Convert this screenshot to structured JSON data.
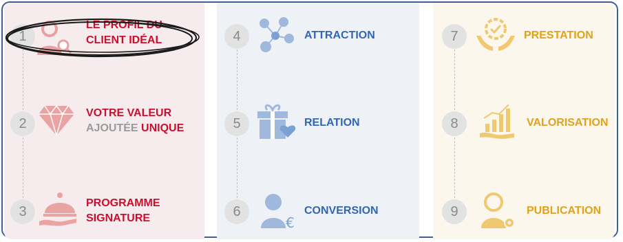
{
  "steps": [
    {
      "num": "1",
      "label_lines": [
        "LE PROFIL DU",
        "CLIENT IDÉAL"
      ]
    },
    {
      "num": "2",
      "line1": "VOTRE VALEUR",
      "line2a": "AJOUTÉE ",
      "line2b": "UNIQUE"
    },
    {
      "num": "3",
      "label_lines": [
        "PROGRAMME",
        "SIGNATURE"
      ]
    },
    {
      "num": "4",
      "label": "ATTRACTION"
    },
    {
      "num": "5",
      "label": "RELATION"
    },
    {
      "num": "6",
      "label": "CONVERSION"
    },
    {
      "num": "7",
      "label": "PRESTATION"
    },
    {
      "num": "8",
      "label": "VALORISATION"
    },
    {
      "num": "9",
      "label": "PUBLICATION"
    }
  ],
  "colors": {
    "red": "#c8102e",
    "blue": "#3266b5",
    "gold": "#e0a21a",
    "grey": "#9a9a9a",
    "frame": "#3d5f93"
  },
  "icons": [
    "client-profile-icon",
    "diamond-icon",
    "cloche-icon",
    "network-icon",
    "gift-heart-icon",
    "person-euro-icon",
    "hands-badge-icon",
    "growth-chart-icon",
    "person-gear-icon"
  ]
}
